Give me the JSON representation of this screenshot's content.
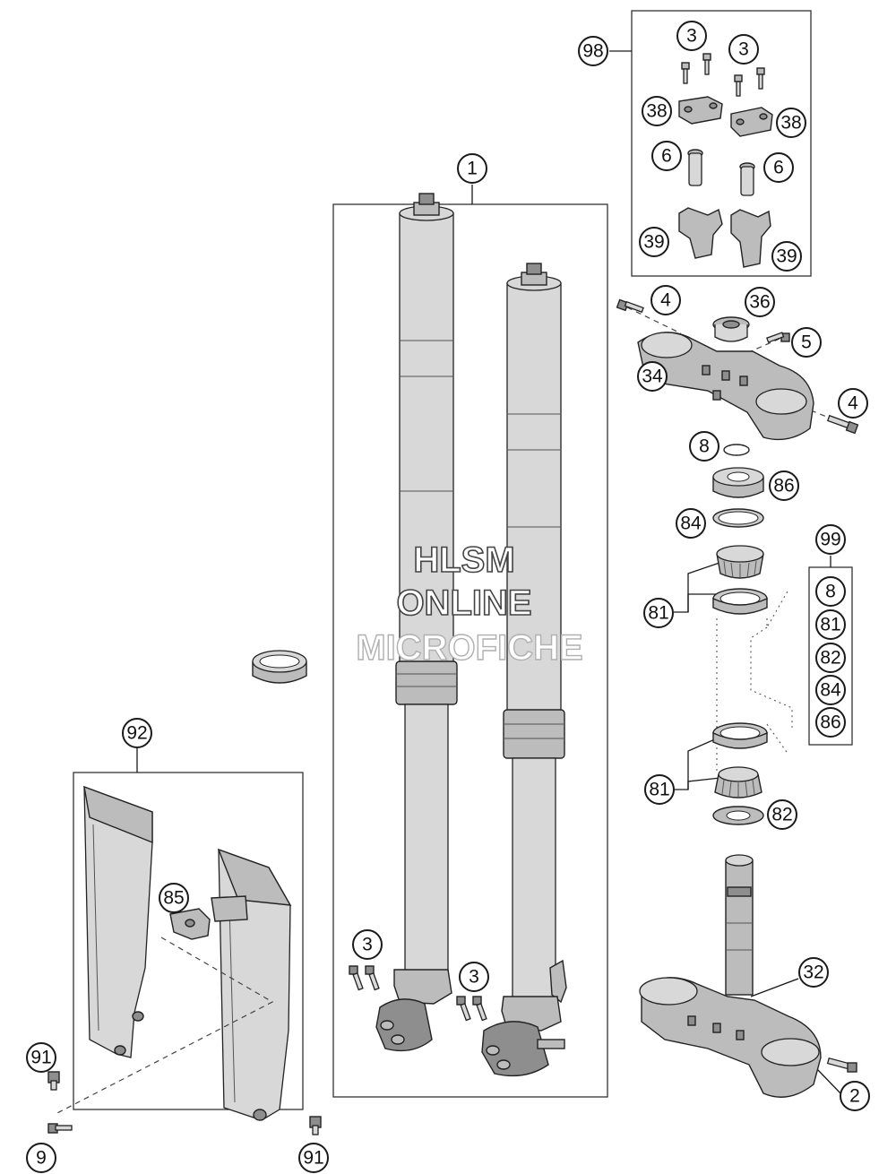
{
  "watermark": {
    "line1": "HLSM",
    "line2": "ONLINE",
    "line3": "MICROFICHE"
  },
  "callouts": [
    {
      "id": "c-98",
      "label": "98"
    },
    {
      "id": "c-3a",
      "label": "3"
    },
    {
      "id": "c-3b",
      "label": "3"
    },
    {
      "id": "c-38a",
      "label": "38"
    },
    {
      "id": "c-38b",
      "label": "38"
    },
    {
      "id": "c-6a",
      "label": "6"
    },
    {
      "id": "c-6b",
      "label": "6"
    },
    {
      "id": "c-39a",
      "label": "39"
    },
    {
      "id": "c-39b",
      "label": "39"
    },
    {
      "id": "c-1",
      "label": "1"
    },
    {
      "id": "c-4a",
      "label": "4"
    },
    {
      "id": "c-36",
      "label": "36"
    },
    {
      "id": "c-5",
      "label": "5"
    },
    {
      "id": "c-34",
      "label": "34"
    },
    {
      "id": "c-4b",
      "label": "4"
    },
    {
      "id": "c-8",
      "label": "8"
    },
    {
      "id": "c-86",
      "label": "86"
    },
    {
      "id": "c-84",
      "label": "84"
    },
    {
      "id": "c-99",
      "label": "99"
    },
    {
      "id": "c-81a",
      "label": "81"
    },
    {
      "id": "c-k8",
      "label": "8"
    },
    {
      "id": "c-k81",
      "label": "81"
    },
    {
      "id": "c-k82",
      "label": "82"
    },
    {
      "id": "c-k84",
      "label": "84"
    },
    {
      "id": "c-k86",
      "label": "86"
    },
    {
      "id": "c-81b",
      "label": "81"
    },
    {
      "id": "c-82",
      "label": "82"
    },
    {
      "id": "c-92",
      "label": "92"
    },
    {
      "id": "c-85",
      "label": "85"
    },
    {
      "id": "c-3c",
      "label": "3"
    },
    {
      "id": "c-3d",
      "label": "3"
    },
    {
      "id": "c-32",
      "label": "32"
    },
    {
      "id": "c-91a",
      "label": "91"
    },
    {
      "id": "c-2",
      "label": "2"
    },
    {
      "id": "c-9",
      "label": "9"
    },
    {
      "id": "c-91b",
      "label": "91"
    }
  ]
}
